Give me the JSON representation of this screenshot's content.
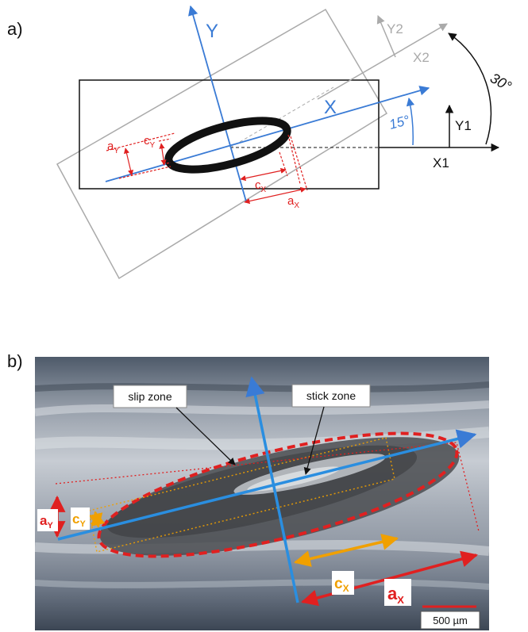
{
  "panel_a": {
    "label": "a)",
    "axis_y": "Y",
    "axis_x": "X",
    "axis_y1": "Y1",
    "axis_x1": "X1",
    "axis_y2": "Y2",
    "axis_x2": "X2",
    "angle_15": "15°",
    "angle_30": "30°",
    "dim_a_y": "a",
    "dim_a_y_sub": "Y",
    "dim_c_y": "c",
    "dim_c_y_sub": "Y",
    "dim_c_x": "c",
    "dim_c_x_sub": "X",
    "dim_a_x": "a",
    "dim_a_x_sub": "X"
  },
  "panel_b": {
    "label": "b)",
    "slip_zone": "slip zone",
    "stick_zone": "stick zone",
    "dim_a_y": "a",
    "dim_a_y_sub": "Y",
    "dim_c_y": "c",
    "dim_c_y_sub": "Y",
    "dim_c_x": "c",
    "dim_c_x_sub": "X",
    "dim_a_x": "a",
    "dim_a_x_sub": "X",
    "scale_bar": "500 µm"
  },
  "colors": {
    "blue": "#3a7bd5",
    "red": "#e02020",
    "gray": "#aaaaaa",
    "orange": "#f0a000",
    "black": "#111111"
  }
}
